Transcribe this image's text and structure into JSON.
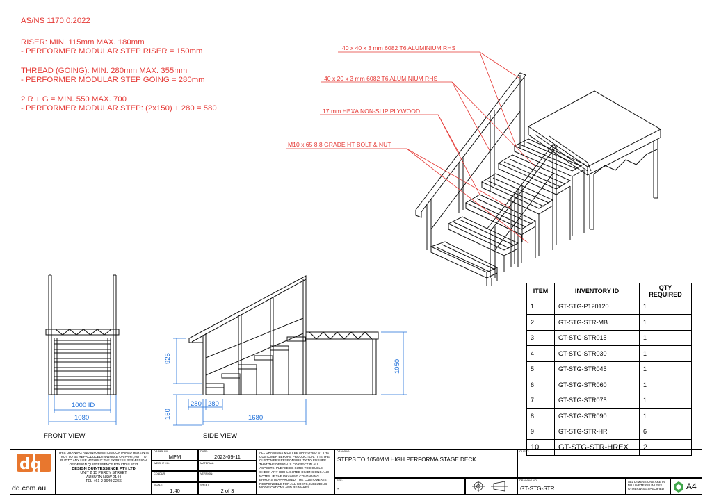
{
  "notes": {
    "standard": "AS/NS 1170.0:2022",
    "riser_rule": "RISER: MIN. 115mm MAX. 180mm",
    "riser_value": "- PERFORMER MODULAR STEP RISER = 150mm",
    "thread_rule": "THREAD (GOING): MIN. 280mm MAX. 355mm",
    "thread_value": "- PERFORMER MODULAR STEP GOING = 280mm",
    "formula_rule": "2 R + G = MIN. 550 MAX. 700",
    "formula_value": "- PERFORMER MODULAR STEP: (2x150) + 280 = 580"
  },
  "callouts": {
    "rhs_40x40": "40 x 40 x 3 mm 6082 T6 ALUMINIUM RHS",
    "rhs_40x20": "40 x 20 x 3 mm 6082 T6 ALUMINIUM RHS",
    "plywood": "17 mm HEXA NON-SLIP PLYWOOD",
    "bolt": "M10 x 65 8.8 GRADE HT BOLT & NUT"
  },
  "front_view": {
    "label": "FRONT VIEW",
    "dim_inner": "1000 ID",
    "dim_outer": "1080"
  },
  "side_view": {
    "label": "SIDE VIEW",
    "dim_rail_height": "925",
    "dim_riser": "150",
    "dim_going_1": "280",
    "dim_going_2": "280",
    "dim_length": "1680",
    "dim_deck_height": "1050"
  },
  "inventory": {
    "headers": [
      "ITEM",
      "INVENTORY ID",
      "QTY REQUIRED"
    ],
    "rows": [
      {
        "item": "1",
        "id": "GT-STG-P120120",
        "qty": "1"
      },
      {
        "item": "2",
        "id": "GT-STG-STR-MB",
        "qty": "1"
      },
      {
        "item": "3",
        "id": "GT-STG-STR015",
        "qty": "1"
      },
      {
        "item": "4",
        "id": "GT-STG-STR030",
        "qty": "1"
      },
      {
        "item": "5",
        "id": "GT-STG-STR045",
        "qty": "1"
      },
      {
        "item": "6",
        "id": "GT-STG-STR060",
        "qty": "1"
      },
      {
        "item": "7",
        "id": "GT-STG-STR075",
        "qty": "1"
      },
      {
        "item": "8",
        "id": "GT-STG-STR090",
        "qty": "1"
      },
      {
        "item": "9",
        "id": "GT-STG-STR-HR",
        "qty": "6"
      },
      {
        "item": "10",
        "id": "GT-STG-STR-HREX",
        "qty": "2"
      }
    ]
  },
  "title_block": {
    "logo_text": "dq",
    "website": "dq.com.au",
    "copyright": "THIS DRAWING AND INFORMATION CONTAINED HEREIN IS NOT TO BE REPRODUCED IN WHOLE OR PART, NOT TO PUT TO ANY USE WITHOUT THE EXPRESS PERMISSION OF DESIGN QUINTESSENCE PTY LTD © 2023",
    "company": "DESIGN QUINTESSENCE PTY LTD",
    "address_1": "UNIT 2 15 PERCY STREET",
    "address_2": "AUBURN NSW 2144",
    "phone": "TEL +61 2 9649 2266",
    "drawn_by_label": "DRAWN BY:",
    "drawn_by": "MPM",
    "weight_label": "WEIGHT Kg:",
    "colour_label": "COLOUR:",
    "scale_label": "SCALE:",
    "scale": "1:40",
    "date_label": "DATE:",
    "date": "2023-09-11",
    "material_label": "MATERIAL:",
    "version_label": "VERSION:",
    "sheet_label": "SHEET:",
    "sheet": "2 of 3",
    "disclaimer": "ALL DRAWINGS MUST BE APPROVED BY THE CUSTOMER BEFORE PRODUCTION. IT IS THE CUSTOMERS RESPONSIBILITY TO ENSURE THAT THE DESIGN IS CORRECT IN ALL ASPECTS. PLEASE BE SURE TO DOUBLE CHECK ANY HIGHLIGHTED DIMENSIONS AND NOTES. IF THE DRAWING CONTAINING ERRORS IS APPROVED, THE CUSTOMER IS RESPONSIBLE FOR ALL COSTS, INCLUDING MODIFICATIONS AND RE-MAKES.",
    "drawing_label": "DRAWING:",
    "drawing_title": "STEPS TO 1050MM HIGH PERFORMA STAGE DECK",
    "client_label": "CLIENT:",
    "ref_label": "REF:",
    "ref_value": "-",
    "drawing_no_label": "DRAWING No:",
    "drawing_no": "GT-STG-STR",
    "units_note": "ALL DIMENSIONS ARE IN MILLIMETERS UNLESS OTHERWISE SPECIFIED",
    "sheet_size": "A4"
  },
  "colors": {
    "annotation": "#e53935",
    "dimension": "#1e6fd9",
    "logo_orange": "#e8772e",
    "logo_green": "#3fa54a"
  }
}
